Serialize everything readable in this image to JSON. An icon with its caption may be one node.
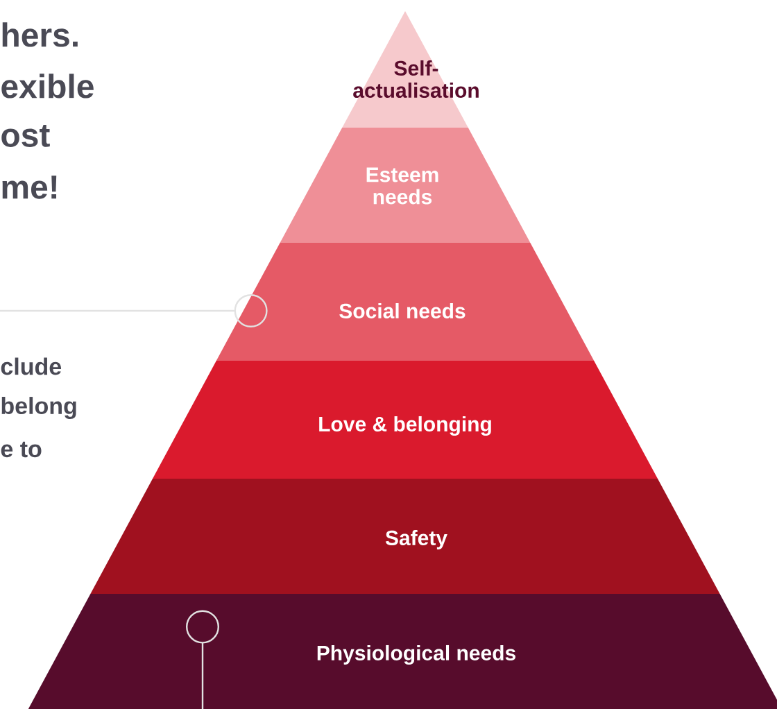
{
  "diagram": {
    "nodes": [
      {
        "text": [
          "Self-actualisation"
        ]
      },
      {
        "text": [
          "Esteem needs"
        ]
      },
      {
        "text": [
          "Social needs"
        ]
      },
      {
        "text": [
          "Love & belonging"
        ]
      },
      {
        "text": [
          "Safety"
        ]
      },
      {
        "text": [
          "Physiological needs"
        ]
      }
    ],
    "edges": [
      {
        "from": null,
        "to": 2,
        "arrow": "other"
      },
      {
        "from": null,
        "to": 5,
        "arrow": "other"
      }
    ],
    "labels": [
      "hers.",
      "exible",
      "ost",
      "me!",
      "clude",
      "belong",
      "e to"
    ]
  }
}
